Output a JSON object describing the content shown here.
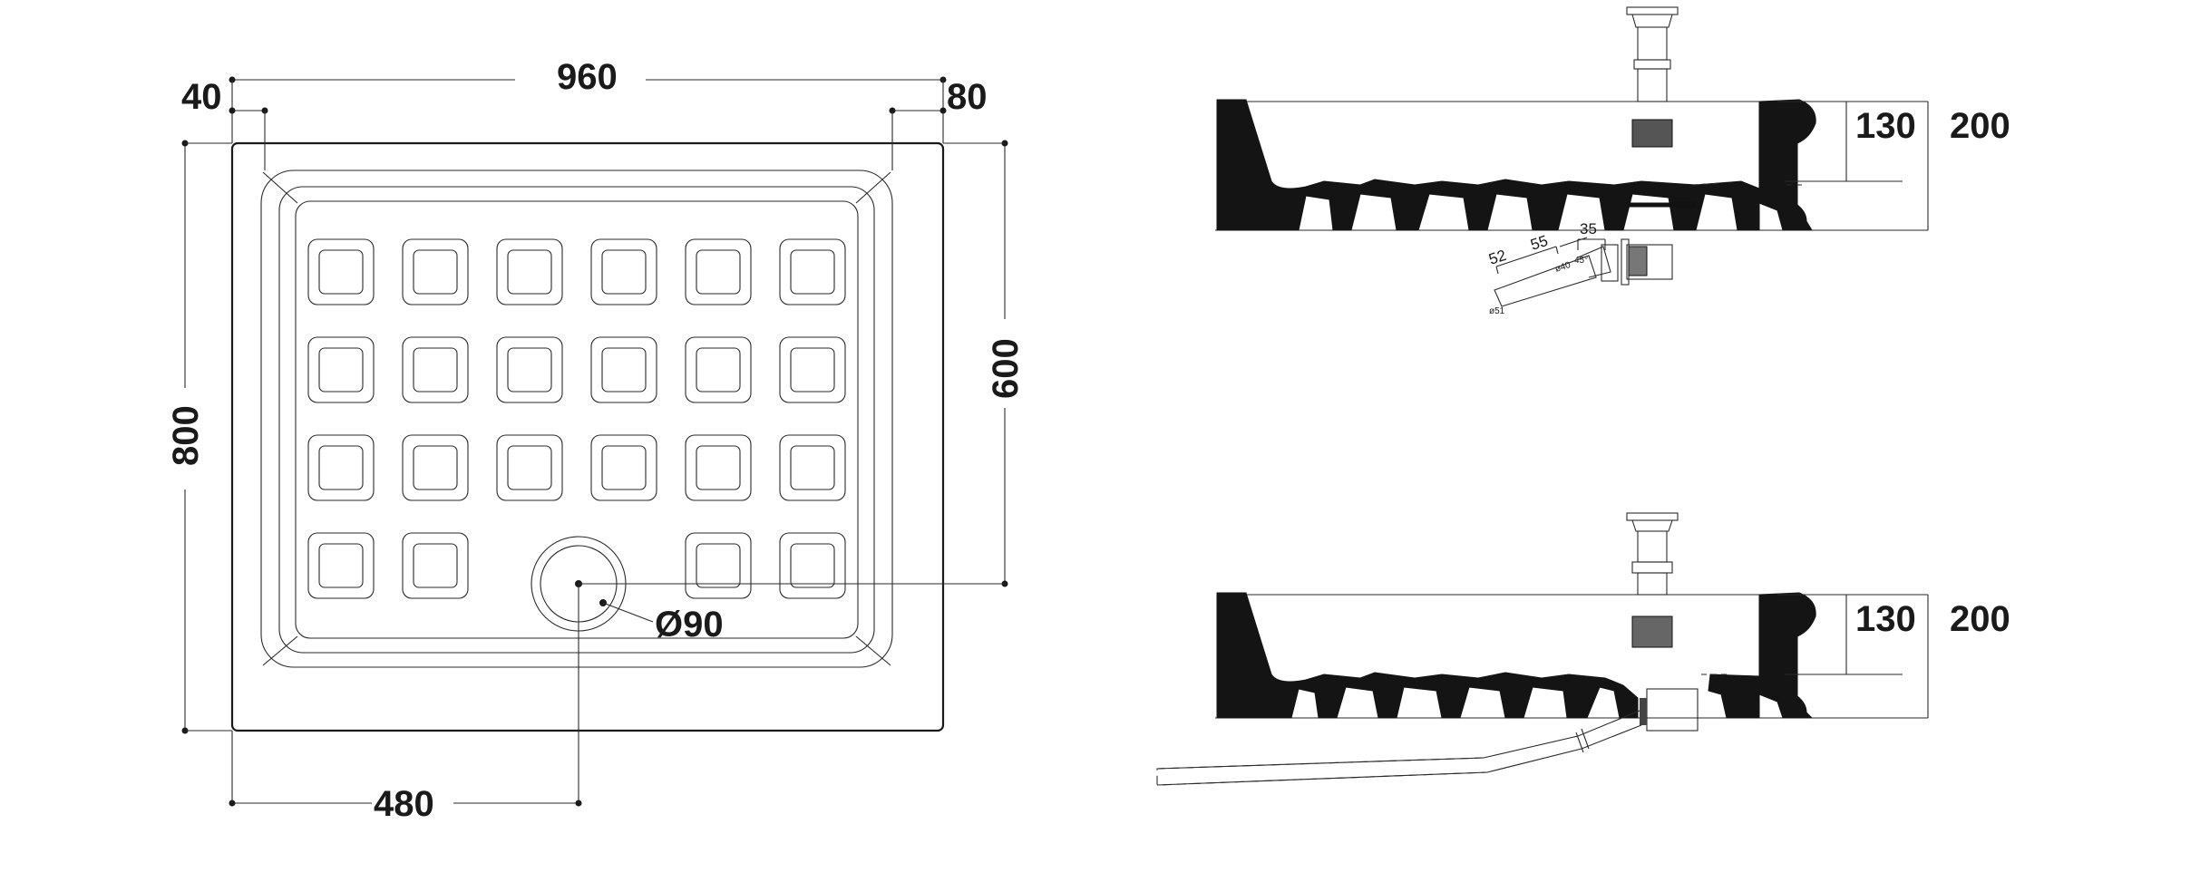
{
  "plan_view": {
    "width_overall": "960",
    "left_margin": "40",
    "right_margin": "80",
    "height_overall": "800",
    "drain_offset_height": "600",
    "drain_offset_width": "480",
    "drain_diameter": "Ø90"
  },
  "section_top": {
    "inner_depth": "130",
    "total_height": "200",
    "pipe_dim_a": "52",
    "pipe_dim_b": "55",
    "pipe_dim_c": "35",
    "pipe_dia_inner": "ø40",
    "pipe_dia_outer": "ø51",
    "pipe_angle": "45°"
  },
  "section_bottom": {
    "inner_depth": "130",
    "total_height": "200"
  }
}
